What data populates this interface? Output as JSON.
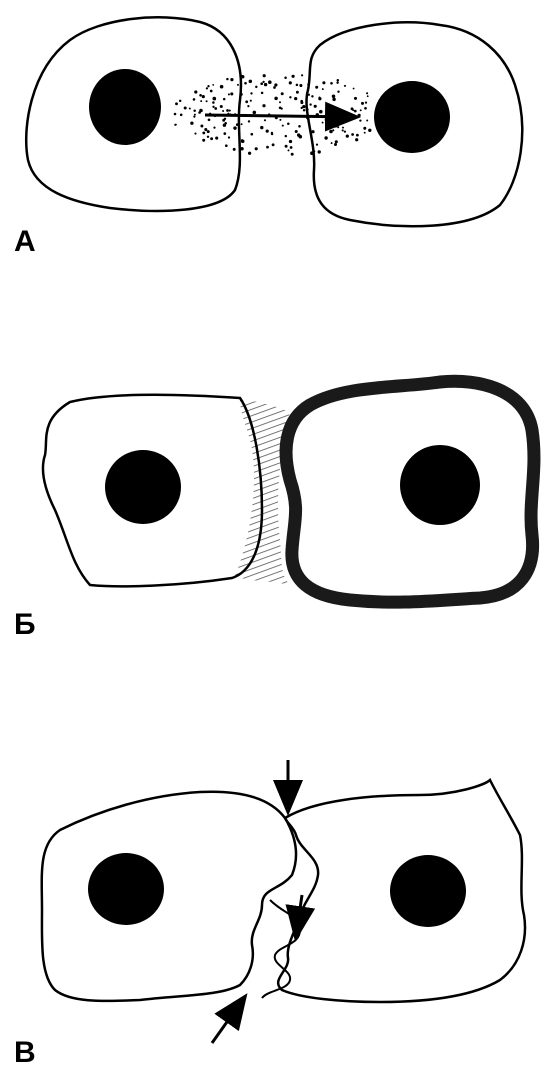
{
  "panels": [
    {
      "label": "А"
    },
    {
      "label": "Б"
    },
    {
      "label": "В"
    }
  ],
  "colors": {
    "outline": "#000000",
    "nucleus": "#000000",
    "background": "#ffffff",
    "hatch": "#555555"
  }
}
